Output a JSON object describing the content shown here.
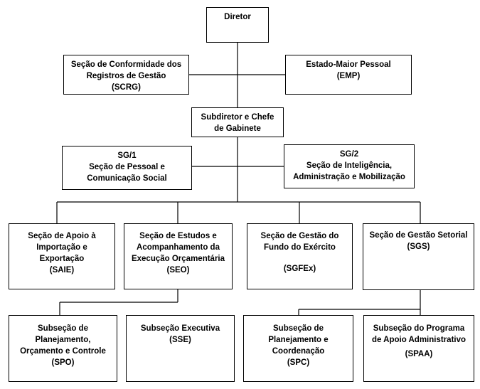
{
  "boxes": {
    "diretor": [
      "Diretor"
    ],
    "scrg": [
      "Seção de Conformidade dos",
      "Registros de Gestão",
      "(SCRG)"
    ],
    "emp": [
      "Estado-Maior Pessoal",
      "(EMP)"
    ],
    "subdiretor": [
      "Subdiretor e Chefe",
      "de Gabinete"
    ],
    "sg1": [
      "SG/1",
      "Seção de Pessoal e",
      "Comunicação Social"
    ],
    "sg2": [
      "SG/2",
      "Seção de Inteligência,",
      "Administração e Mobilização"
    ],
    "saie": [
      "Seção de Apoio à",
      "Importação e",
      "Exportação",
      "(SAIE)"
    ],
    "seo": [
      "Seção de Estudos e",
      "Acompanhamento da",
      "Execução Orçamentária",
      "(SEO)"
    ],
    "sgfex": [
      "Seção de Gestão do",
      "Fundo do Exército",
      "(SGFEx)"
    ],
    "sgs": [
      "Seção de Gestão Setorial",
      "(SGS)"
    ],
    "spo": [
      "Subseção de",
      "Planejamento,",
      "Orçamento e Controle",
      "(SPO)"
    ],
    "sse": [
      "Subseção Executiva",
      "(SSE)"
    ],
    "spc": [
      "Subseção de",
      "Planejamento e",
      "Coordenação",
      "(SPC)"
    ],
    "spaa": [
      "Subseção do Programa",
      "de Apoio Administrativo",
      "(SPAA)"
    ]
  }
}
